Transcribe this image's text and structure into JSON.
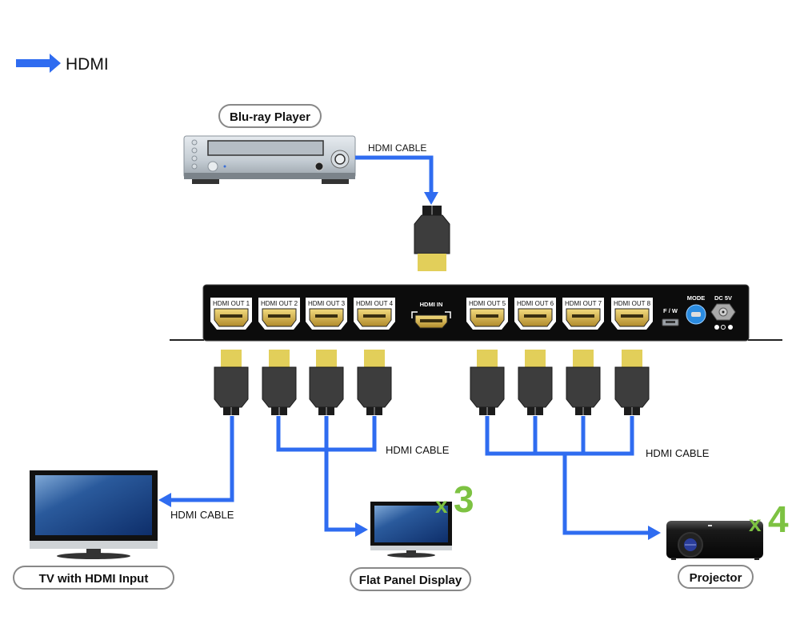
{
  "legend": {
    "label": "HDMI",
    "color": "#2f6cf0"
  },
  "colors": {
    "cable": "#2f6cf0",
    "plug_body": "#3d3d3d",
    "plug_tip": "#e2cf5a",
    "splitter_body": "#0c0c0c",
    "count_text": "#7dc242"
  },
  "source": {
    "name": "Blu-ray Player",
    "cable_label": "HDMI CABLE"
  },
  "splitter": {
    "outputs_left": [
      "HDMI OUT 1",
      "HDMI OUT 2",
      "HDMI OUT 3",
      "HDMI OUT 4"
    ],
    "input": "HDMI IN",
    "outputs_right": [
      "HDMI OUT 5",
      "HDMI OUT 6",
      "HDMI OUT 7",
      "HDMI OUT 8"
    ],
    "fw_label": "F / W",
    "mode_label": "MODE",
    "power_label": "DC 5V"
  },
  "destinations": [
    {
      "name": "TV with HDMI Input",
      "cable_label": "HDMI CABLE",
      "count": ""
    },
    {
      "name": "Flat Panel Display",
      "cable_label": "HDMI CABLE",
      "count_prefix": "x",
      "count": "3"
    },
    {
      "name": "Projector",
      "cable_label": "HDMI CABLE",
      "count_prefix": "x",
      "count": "4"
    }
  ]
}
